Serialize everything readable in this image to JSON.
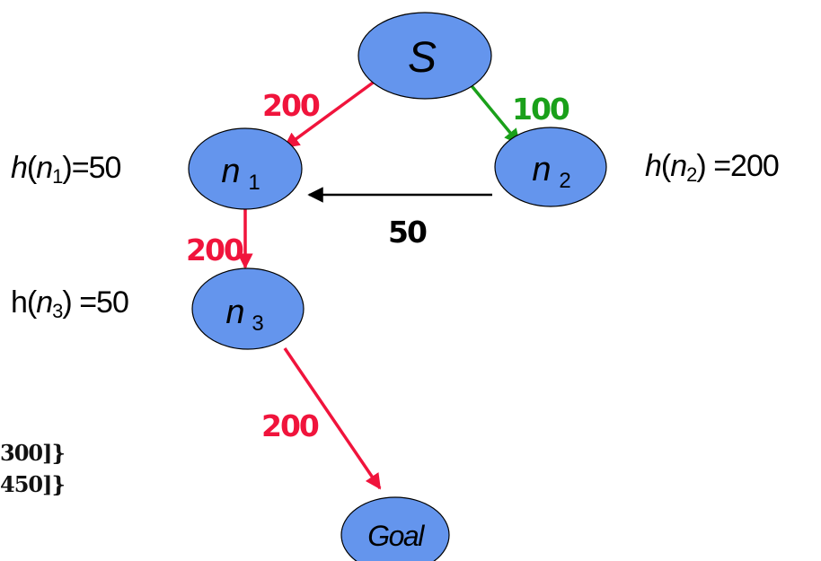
{
  "colors": {
    "node_fill": "#6495ED",
    "node_stroke": "#000000",
    "red_edge": "#F0143C",
    "green_edge": "#1AA01A",
    "black_edge": "#000000"
  },
  "nodes": [
    {
      "id": "S",
      "label": "S",
      "subscript": ""
    },
    {
      "id": "n1",
      "label": "n",
      "subscript": "1"
    },
    {
      "id": "n2",
      "label": "n",
      "subscript": "2"
    },
    {
      "id": "n3",
      "label": "n",
      "subscript": "3"
    },
    {
      "id": "goal",
      "label": "Goal",
      "subscript": ""
    }
  ],
  "edges": [
    {
      "from": "S",
      "to": "n1",
      "cost": "200",
      "color": "red"
    },
    {
      "from": "S",
      "to": "n2",
      "cost": "100",
      "color": "green"
    },
    {
      "from": "n2",
      "to": "n1",
      "cost": "50",
      "color": "black"
    },
    {
      "from": "n1",
      "to": "n3",
      "cost": "200",
      "color": "red"
    },
    {
      "from": "n3",
      "to": "goal",
      "cost": "200",
      "color": "red"
    }
  ],
  "heuristics": {
    "n1": {
      "func": "h",
      "node": "n",
      "sub": "1",
      "eq": ")",
      "value": "=50"
    },
    "n2": {
      "func": "h",
      "node": "n",
      "sub": "2",
      "eq": ")",
      "value": " =200"
    },
    "n3": {
      "func": "h",
      "node": "n",
      "sub": "3",
      "eq": ")",
      "value": " =50"
    }
  },
  "cut_text": [
    "300]}",
    "450]}"
  ]
}
